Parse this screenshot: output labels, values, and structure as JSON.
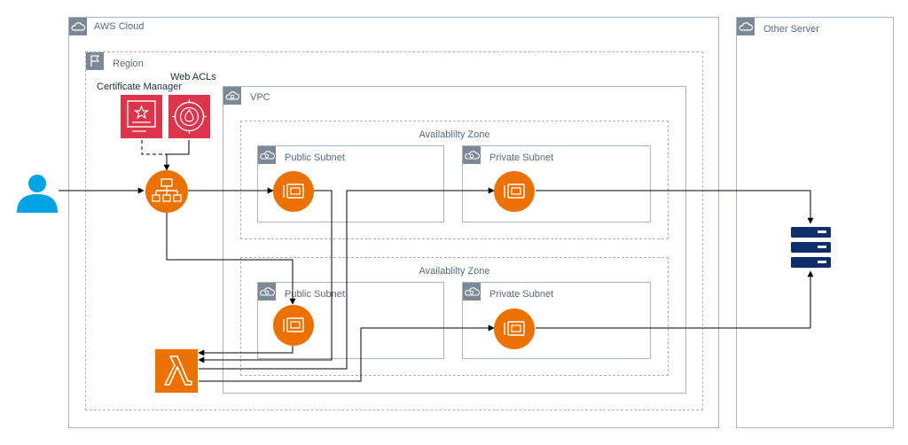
{
  "groups": {
    "aws_cloud": "AWS Cloud",
    "other_server": "Other Server",
    "region": "Region",
    "vpc": "VPC",
    "az_1": "Availablilty Zone",
    "az_2": "Availablilty Zone",
    "public_subnet_1": "Public Subnet",
    "private_subnet_1": "Private Subnet",
    "public_subnet_2": "Public Subnet",
    "private_subnet_2": "Private Subnet"
  },
  "services": {
    "certificate_manager": "Certificate Manager",
    "web_acls": "Web ACLs"
  },
  "icons": {
    "user": "user-icon",
    "load_balancer": "load-balancer-icon",
    "ec2": "ec2-instance-icon",
    "lambda": "lambda-icon",
    "server": "server-icon",
    "certificate_manager": "certificate-manager-icon",
    "waf": "waf-icon"
  },
  "colors": {
    "red": "#dd344c",
    "orange": "#ed7100",
    "user_blue": "#00a4e4",
    "server_navy": "#0d2d6b",
    "border": "#aab4be",
    "header_gray": "#7b8896"
  }
}
